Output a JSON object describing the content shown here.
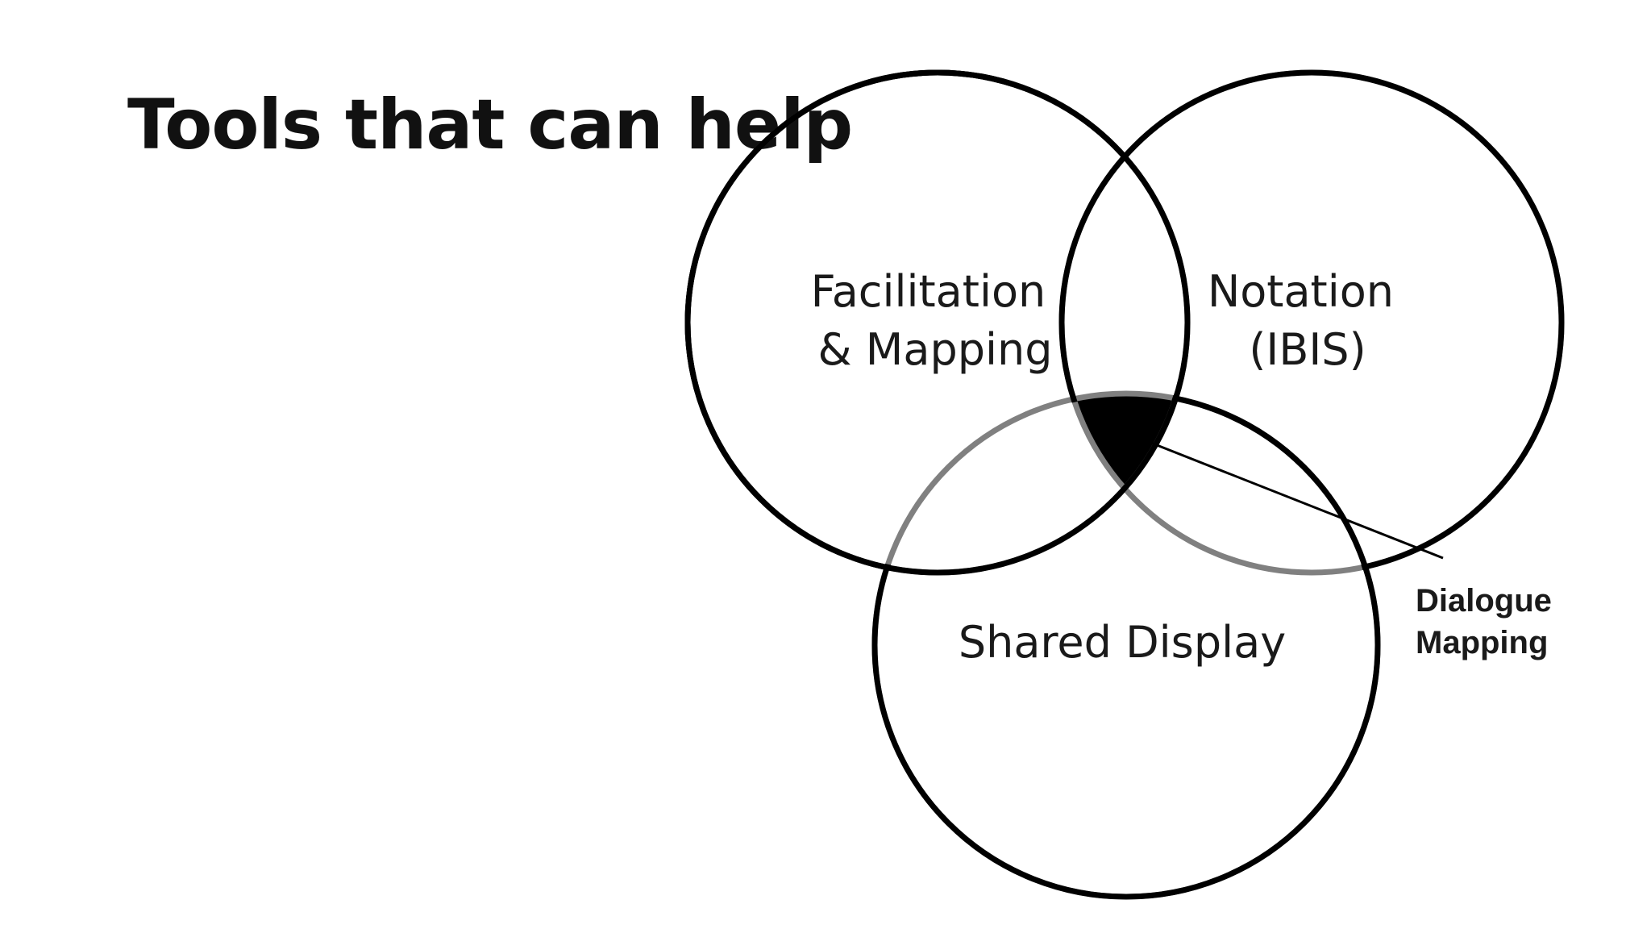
{
  "slide": {
    "title": "Tools that can help"
  },
  "venn": {
    "circles": [
      {
        "id": "facilitation",
        "label_lines": [
          "Facilitation",
          "& Mapping"
        ]
      },
      {
        "id": "notation",
        "label_lines": [
          "Notation",
          "(IBIS)"
        ]
      },
      {
        "id": "shared-display",
        "label_lines": [
          "Shared Display"
        ]
      }
    ],
    "intersection_label_lines": [
      "Dialogue",
      "Mapping"
    ],
    "colors": {
      "outline": "#000000",
      "overlap_outline": "#808080",
      "intersection_fill": "#000000"
    }
  }
}
